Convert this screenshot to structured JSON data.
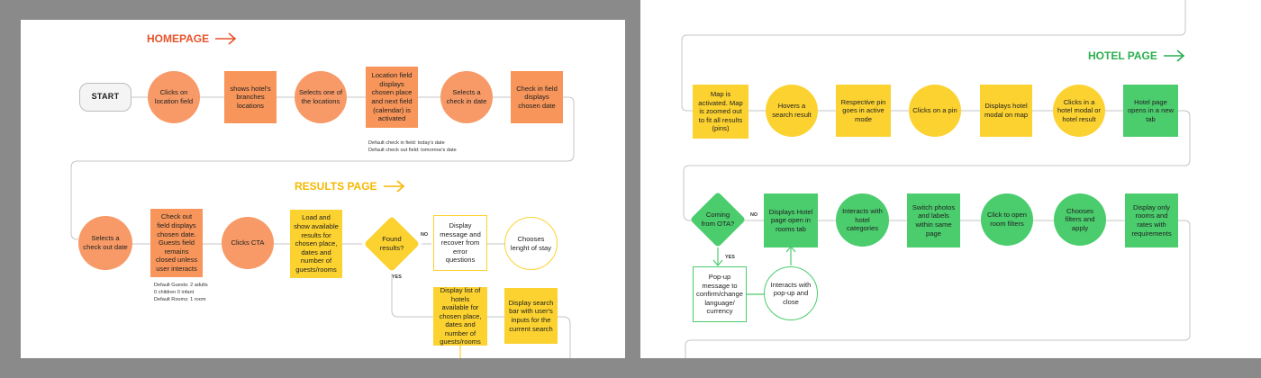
{
  "left": {
    "homepage_title": "HOMEPAGE",
    "results_title": "RESULTS PAGE",
    "start": "START",
    "row1": [
      "Clicks on location field",
      "shows hotel's branches locations",
      "Selects one of the locations",
      "Location field displays chosen place and next field (calendar) is activated",
      "Selects a check in date",
      "Check in field displays chosen date"
    ],
    "checkin_note": [
      "Default check in field: today's date",
      "Default check out field: tomorrow's date"
    ],
    "row2": [
      "Selects a check out date",
      "Check out field displays chosen date. Guests field remains closed unless user interacts",
      "Clicks CTA",
      "Load and show available results for chosen place, dates and number of guests/rooms"
    ],
    "guests_note": [
      "Default Guests: 2 adults",
      "0 children 0 infant",
      "Default Rooms: 1 room"
    ],
    "decision": "Found results?",
    "no_label": "NO",
    "yes_label": "YES",
    "error_box": "Display message and recover from error questions",
    "choose_stay": "Chooses lenght of stay",
    "hotels_list": "Display list of hotels available for chosen place, dates and number of guests/rooms",
    "search_bar": "Display search bar with user's inputs for the current search"
  },
  "right": {
    "hotel_title": "HOTEL PAGE",
    "row1": [
      "Map is activated. Map is zoomed out to fit all results (pins)",
      "Hovers a search result",
      "Respective pin goes in active mode",
      "Clicks on a pin",
      "Displays hotel modal on map",
      "Clicks in a hotel modal or hotel result",
      "Hotel page opens in a new tab"
    ],
    "decision": "Coming from OTA?",
    "no_label": "NO",
    "yes_label": "YES",
    "row2": [
      "Displays Hotel page open in rooms tab",
      "Interacts with hotel categories",
      "Switch photos and labels within same page",
      "Click to open room filters",
      "Chooses filters and apply",
      "Display only rooms and rates with requirements"
    ],
    "popup": "Pop-up message to confirm/change language/ currency",
    "interacts_popup": "Interacts with pop-up and close"
  },
  "colors": {
    "orange_title": "#e8522a",
    "yellow_title": "#f5b800",
    "green_title": "#2aae4e",
    "orange": "#f7955a",
    "yellow": "#fcd231",
    "green": "#4bcc6d"
  }
}
